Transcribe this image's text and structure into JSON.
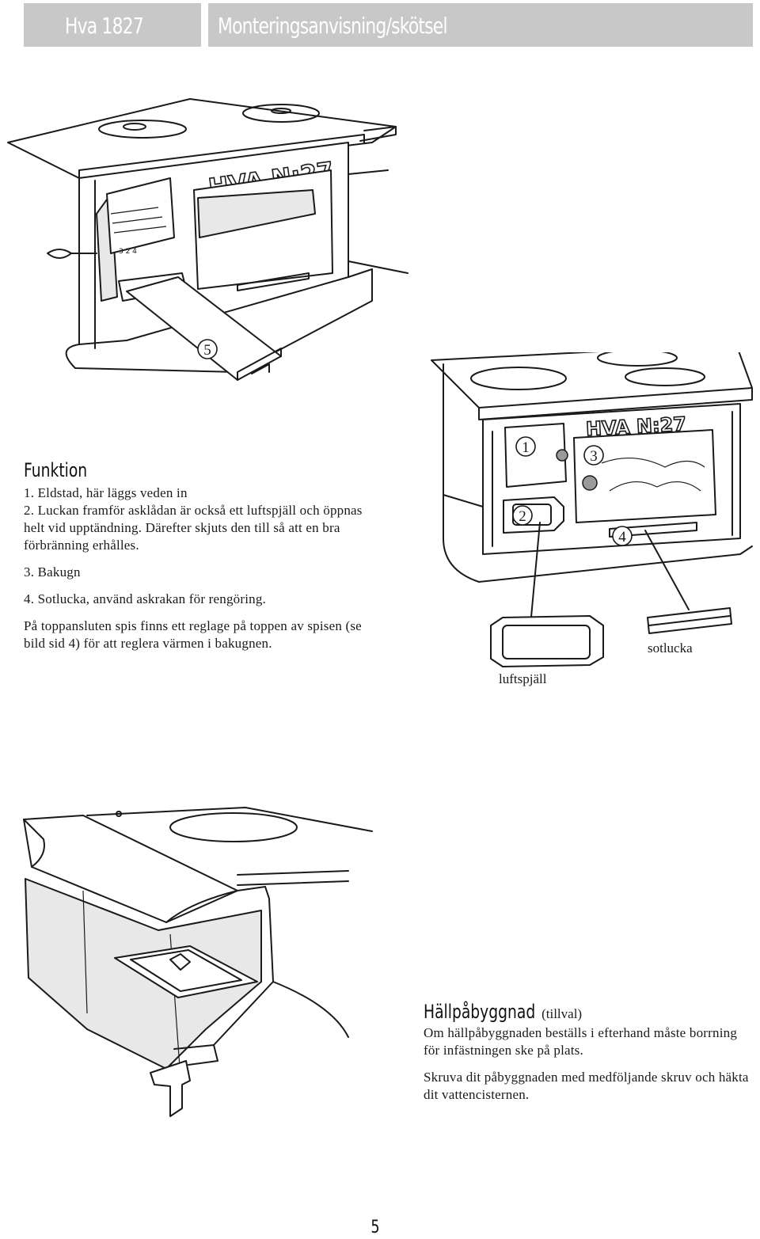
{
  "header": {
    "left_title": "Hva 1827",
    "right_title": "Monteringsanvisning/skötsel"
  },
  "funktion": {
    "heading": "Funktion",
    "items": [
      "1. Eldstad, här läggs veden in",
      "2. Luckan framför asklådan är också ett luftspjäll och öppnas helt vid upptändning. Därefter skjuts den till så att en bra förbränning erhålles.",
      "3. Bakugn",
      "4. Sotlucka, använd askrakan för rengöring."
    ],
    "note": "På toppansluten spis finns ett reglage på toppen av spisen (se bild sid 4) för att reglera värmen i bakugnen."
  },
  "figure_top": {
    "callout": "5",
    "brand_text": "HVA N:27",
    "stamp": "3 2 4"
  },
  "figure_right": {
    "callouts": [
      "1",
      "2",
      "3",
      "4"
    ],
    "brand_text": "HVA N:27",
    "label_luftspjall": "luftspjäll",
    "label_sotlucka": "sotlucka"
  },
  "hallpabyggnad": {
    "heading": "Hällpåbyggnad",
    "heading_note": "(tillval)",
    "paragraphs": [
      "Om hällpåbyggnaden beställs i efterhand måste borrning för infästningen ske på plats.",
      "Skruva dit påbyggnaden med medföljande skruv och häkta dit vattencisternen."
    ]
  },
  "page_number": "5"
}
